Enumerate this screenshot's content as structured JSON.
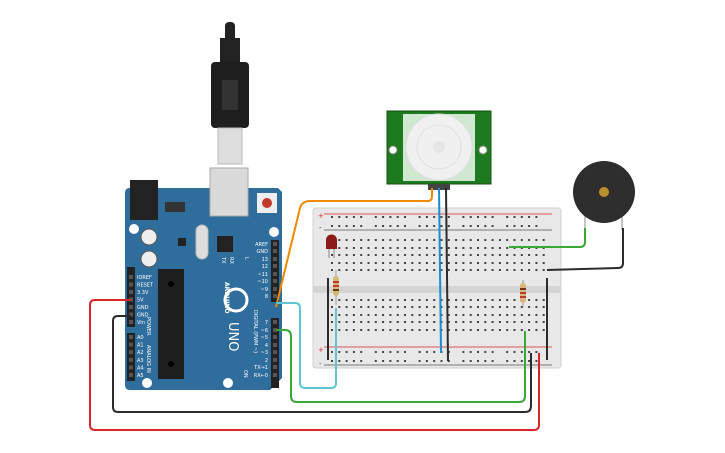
{
  "arduino": {
    "brand": "ARDUINO",
    "model": "UNO",
    "digital_label": "DIGITAL (PWM ~)",
    "power_label": "POWER",
    "analog_label": "ANALOG IN",
    "led_labels": [
      "TX",
      "RX",
      "L"
    ],
    "on_label": "ON",
    "digital_pins": [
      "AREF",
      "GND",
      "13",
      "12",
      "~11",
      "~10",
      "~9",
      "8",
      "7",
      "~6",
      "~5",
      "4",
      "~3",
      "2",
      "TX→1",
      "RX←0"
    ],
    "power_pins": [
      "IOREF",
      "RESET",
      "3.3V",
      "5V",
      "GND",
      "GND",
      "Vin"
    ],
    "analog_pins": [
      "A0",
      "A1",
      "A2",
      "A3",
      "A4",
      "A5"
    ]
  },
  "breadboard": {
    "rail_plus": "+",
    "rail_minus": "-"
  },
  "colors": {
    "arduino_board": "#2f6d9c",
    "pir_board": "#1e7a1e",
    "breadboard": "#e8e8e8",
    "wire_orange": "#f08a00",
    "wire_cyan": "#5fc4d4",
    "wire_green": "#3aa835",
    "wire_black": "#2b2b2b",
    "wire_red": "#d9262b",
    "wire_blue": "#1a8ccf",
    "led": "#8b1a1a",
    "buzzer": "#2e2e2e"
  }
}
